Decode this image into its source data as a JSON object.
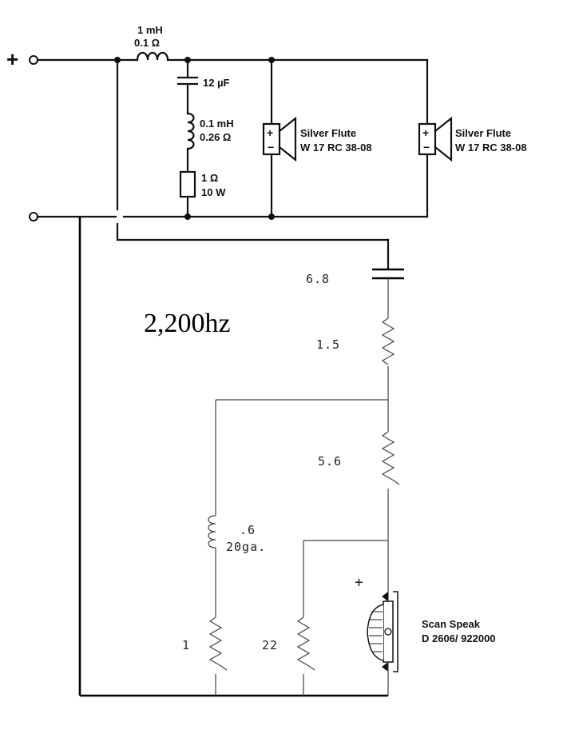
{
  "title": "2,200hz",
  "top_section": {
    "terminal_plus": "+",
    "inductor_main": {
      "value": "1 mH",
      "resistance": "0.1 Ω"
    },
    "capacitor": "12 µF",
    "inductor_shunt": {
      "value": "0.1 mH",
      "resistance": "0.26 Ω"
    },
    "resistor_shunt": {
      "value": "1 Ω",
      "power": "10 W"
    },
    "speaker_1": {
      "polarity_plus": "+",
      "polarity_minus": "−",
      "name": "Silver Flute",
      "model": "W 17 RC 38-08"
    },
    "speaker_2": {
      "polarity_plus": "+",
      "polarity_minus": "−",
      "name": "Silver Flute",
      "model": "W 17 RC 38-08"
    }
  },
  "bottom_section": {
    "capacitor_value": "6.8",
    "resistor_series_1": "1.5",
    "resistor_series_2": "5.6",
    "inductor_value": ".6",
    "inductor_gauge": "20ga.",
    "resistor_left": "1",
    "resistor_mid": "22",
    "tweeter_plus": "+",
    "tweeter_name": "Scan Speak",
    "tweeter_model": "D 2606/ 922000"
  }
}
